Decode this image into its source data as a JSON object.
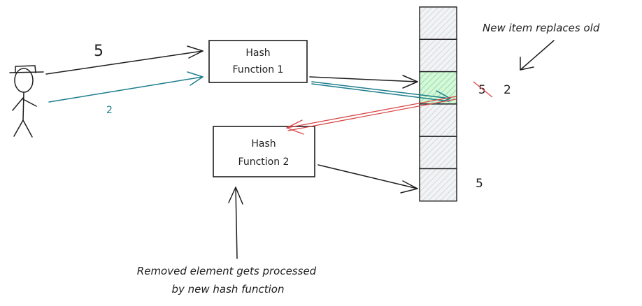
{
  "labels": {
    "input_five": "5",
    "input_two": "2",
    "hash1_line1": "Hash",
    "hash1_line2": "Function 1",
    "hash2_line1": "Hash",
    "hash2_line2": "Function 2",
    "old_value": "5",
    "new_value": "2",
    "relocated_value": "5",
    "note_top": "New item replaces old",
    "note_bottom_line1": "Removed element gets processed",
    "note_bottom_line2": "by new hash function"
  },
  "table": {
    "cells": [
      "empty",
      "empty",
      "occupied",
      "empty",
      "empty",
      "empty"
    ]
  },
  "colors": {
    "ink": "#1e1e1e",
    "teal": "#1c7d8c",
    "red": "#d94848",
    "highlight": "#b2f2bb",
    "hatch": "#c8ccd0"
  }
}
